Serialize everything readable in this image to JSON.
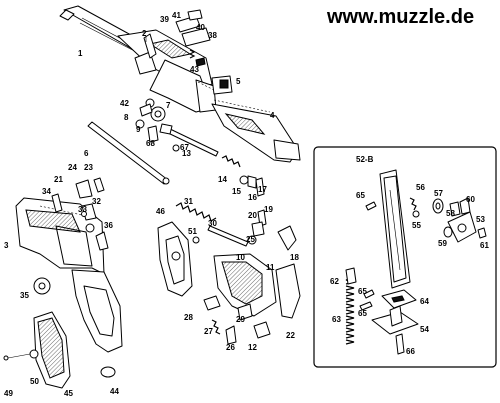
{
  "header": {
    "url_text": "www.muzzle.de"
  },
  "callouts": [
    {
      "id": "1",
      "label": "1"
    },
    {
      "id": "2",
      "label": "2"
    },
    {
      "id": "3",
      "label": "3"
    },
    {
      "id": "4",
      "label": "4"
    },
    {
      "id": "5",
      "label": "5"
    },
    {
      "id": "6",
      "label": "6"
    },
    {
      "id": "7",
      "label": "7"
    },
    {
      "id": "8",
      "label": "8"
    },
    {
      "id": "9",
      "label": "9"
    },
    {
      "id": "10",
      "label": "10"
    },
    {
      "id": "11",
      "label": "11"
    },
    {
      "id": "12",
      "label": "12"
    },
    {
      "id": "13",
      "label": "13"
    },
    {
      "id": "14",
      "label": "14"
    },
    {
      "id": "15",
      "label": "15"
    },
    {
      "id": "16",
      "label": "16"
    },
    {
      "id": "17",
      "label": "17"
    },
    {
      "id": "18",
      "label": "18"
    },
    {
      "id": "19",
      "label": "19"
    },
    {
      "id": "20",
      "label": "20"
    },
    {
      "id": "21",
      "label": "21"
    },
    {
      "id": "22",
      "label": "22"
    },
    {
      "id": "23",
      "label": "23"
    },
    {
      "id": "24",
      "label": "24"
    },
    {
      "id": "25",
      "label": "25"
    },
    {
      "id": "26",
      "label": "26"
    },
    {
      "id": "27",
      "label": "27"
    },
    {
      "id": "28",
      "label": "28"
    },
    {
      "id": "29",
      "label": "29"
    },
    {
      "id": "30",
      "label": "30"
    },
    {
      "id": "31",
      "label": "31"
    },
    {
      "id": "32",
      "label": "32"
    },
    {
      "id": "33",
      "label": "33"
    },
    {
      "id": "34",
      "label": "34"
    },
    {
      "id": "35",
      "label": "35"
    },
    {
      "id": "36",
      "label": "36"
    },
    {
      "id": "38",
      "label": "38"
    },
    {
      "id": "39",
      "label": "39"
    },
    {
      "id": "40",
      "label": "40"
    },
    {
      "id": "41",
      "label": "41"
    },
    {
      "id": "42",
      "label": "42"
    },
    {
      "id": "43",
      "label": "43"
    },
    {
      "id": "44",
      "label": "44"
    },
    {
      "id": "45",
      "label": "45"
    },
    {
      "id": "46",
      "label": "46"
    },
    {
      "id": "49",
      "label": "49"
    },
    {
      "id": "50",
      "label": "50"
    },
    {
      "id": "51",
      "label": "51"
    },
    {
      "id": "52B",
      "label": "52-B"
    },
    {
      "id": "53",
      "label": "53"
    },
    {
      "id": "54",
      "label": "54"
    },
    {
      "id": "55",
      "label": "55"
    },
    {
      "id": "56",
      "label": "56"
    },
    {
      "id": "57",
      "label": "57"
    },
    {
      "id": "58",
      "label": "58"
    },
    {
      "id": "59",
      "label": "59"
    },
    {
      "id": "60",
      "label": "60"
    },
    {
      "id": "61",
      "label": "61"
    },
    {
      "id": "62",
      "label": "62"
    },
    {
      "id": "63",
      "label": "63"
    },
    {
      "id": "64",
      "label": "64"
    },
    {
      "id": "65a",
      "label": "65"
    },
    {
      "id": "65b",
      "label": "65"
    },
    {
      "id": "65c",
      "label": "65"
    },
    {
      "id": "66",
      "label": "66"
    },
    {
      "id": "67",
      "label": "67"
    },
    {
      "id": "68",
      "label": "68"
    }
  ]
}
